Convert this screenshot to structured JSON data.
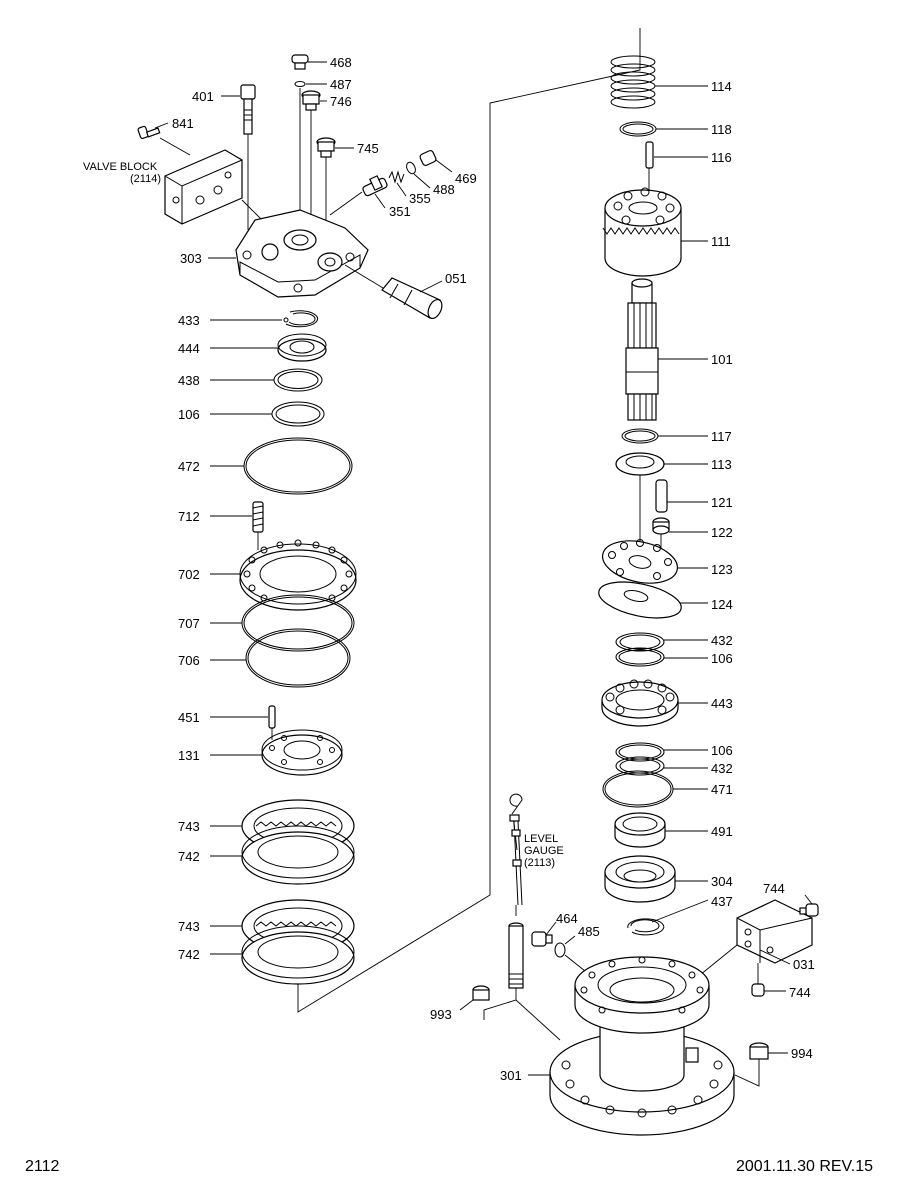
{
  "labels": {
    "p468": "468",
    "p487": "487",
    "p746": "746",
    "p401": "401",
    "p841": "841",
    "p745": "745",
    "p469": "469",
    "p488": "488",
    "p355": "355",
    "p351": "351",
    "p303": "303",
    "p051": "051",
    "p433": "433",
    "p444": "444",
    "p438": "438",
    "p106a": "106",
    "p472": "472",
    "p712": "712",
    "p702": "702",
    "p707": "707",
    "p706": "706",
    "p451": "451",
    "p131": "131",
    "p743a": "743",
    "p742a": "742",
    "p743b": "743",
    "p742b": "742",
    "p114": "114",
    "p118": "118",
    "p116": "116",
    "p111": "111",
    "p101": "101",
    "p117": "117",
    "p113": "113",
    "p121": "121",
    "p122": "122",
    "p123": "123",
    "p124": "124",
    "p432a": "432",
    "p106b": "106",
    "p443": "443",
    "p106c": "106",
    "p432b": "432",
    "p471": "471",
    "p491": "491",
    "p304": "304",
    "p437": "437",
    "p464": "464",
    "p485": "485",
    "p744a": "744",
    "p031": "031",
    "p744b": "744",
    "p993": "993",
    "p994": "994",
    "p301": "301"
  },
  "notes": {
    "valve_block_1": "VALVE BLOCK",
    "valve_block_2": "(2114)",
    "level_gauge_1": "LEVEL",
    "level_gauge_2": "GAUGE",
    "level_gauge_3": "(2113)"
  },
  "footer": {
    "page_number": "2112",
    "revision": "2001.11.30  REV.15"
  }
}
